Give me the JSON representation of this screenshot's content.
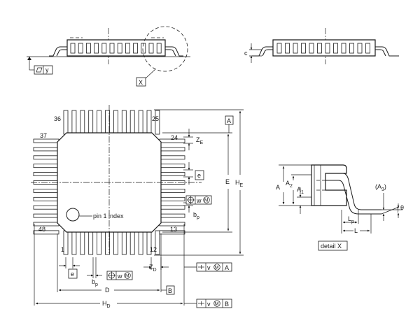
{
  "labels": {
    "pin_36": "36",
    "pin_25": "25",
    "pin_37": "37",
    "pin_24": "24",
    "pin_48": "48",
    "pin_13": "13",
    "pin_1": "1",
    "pin_12": "12",
    "pin1_index": "pin 1 index",
    "detail_x": "detail X",
    "x_ref": "X",
    "datum_a": "A",
    "datum_b": "B",
    "dim_e_upper": "E",
    "dim_he_upper": "H",
    "dim_he_sub": "E",
    "dim_ze_main": "Z",
    "dim_ze_sub": "E",
    "dim_zd_main": "Z",
    "dim_zd_sub": "D",
    "dim_bp_right_main": "b",
    "dim_bp_right_sub": "p",
    "dim_bp_bottom_main": "b",
    "dim_bp_bottom_sub": "p",
    "dim_e_right": "e",
    "dim_e_bottom": "e",
    "dim_d": "D",
    "dim_hd_main": "H",
    "dim_hd_sub": "D",
    "dim_c": "c",
    "dim_a": "A",
    "dim_a2_main": "A",
    "dim_a2_sub": "2",
    "dim_a1_main": "A",
    "dim_a1_sub": "1",
    "dim_a3": "(A",
    "dim_a3_sub": "3",
    "dim_a3_close": ")",
    "dim_lp_main": "L",
    "dim_lp_sub": "p",
    "dim_l": "L",
    "dim_theta": "θ",
    "fcf_y": "y",
    "fcf_w": "w",
    "fcf_m": "M",
    "fcf_v": "v",
    "fcf_datum_a": "A",
    "fcf_datum_b": "B"
  },
  "package": {
    "pins_per_side": 12,
    "pin_numbering": {
      "left_top": "37",
      "left_bottom": "48",
      "bottom_left": "1",
      "bottom_right": "12",
      "right_bottom": "13",
      "right_top": "24",
      "top_right": "25",
      "top_left": "36"
    }
  }
}
